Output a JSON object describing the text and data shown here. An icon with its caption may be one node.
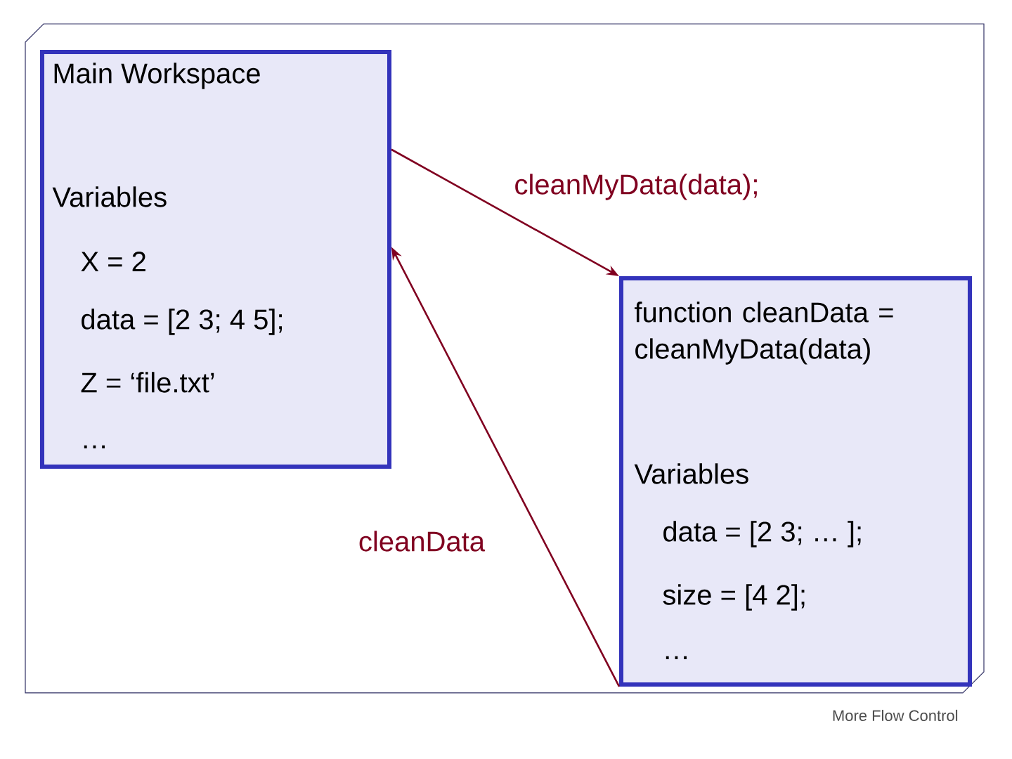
{
  "diagram": {
    "nodes": [
      {
        "text": [
          "Main Workspace",
          "Variables",
          "X = 2",
          "data = [2 3; 4 5];",
          "Z = ‘file.txt’",
          "…"
        ]
      },
      {
        "text": [
          "function cleanData = cleanMyData(data)",
          "Variables",
          "data = [2 3; … ];",
          "size = [4 2];",
          "…"
        ]
      }
    ],
    "edges": [
      {
        "from": 0,
        "to": 1,
        "arrow": "to",
        "label": "cleanMyData(data);"
      },
      {
        "from": 1,
        "to": 0,
        "arrow": "to",
        "label": "cleanData"
      }
    ],
    "labels": [
      "More Flow Control"
    ]
  }
}
